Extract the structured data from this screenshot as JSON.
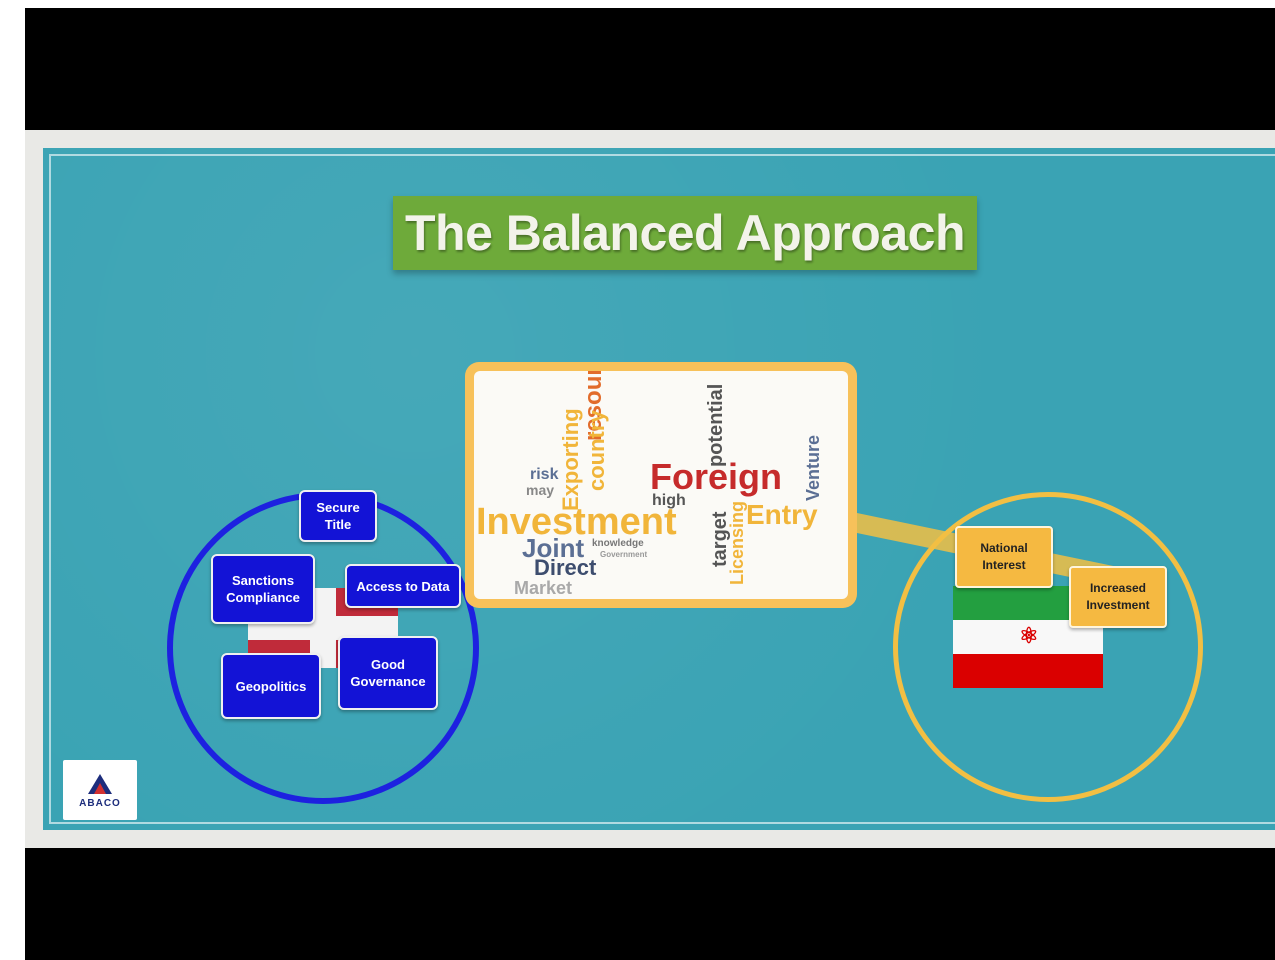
{
  "slide": {
    "title": "The Balanced Approach"
  },
  "left_group": {
    "boxes": [
      {
        "label": "Secure Title"
      },
      {
        "label": "Sanctions Compliance"
      },
      {
        "label": "Access to Data"
      },
      {
        "label": "Geopolitics"
      },
      {
        "label": "Good Governance"
      }
    ]
  },
  "word_cloud": {
    "words": [
      "Foreign",
      "Investment",
      "Joint",
      "Direct",
      "Market",
      "Entry",
      "resources",
      "country",
      "Exporting",
      "potential",
      "target",
      "Licensing",
      "Venture",
      "risk",
      "may",
      "high",
      "knowledge",
      "Government"
    ]
  },
  "right_group": {
    "boxes": [
      {
        "label": "National Interest"
      },
      {
        "label": "Increased Investment"
      }
    ]
  },
  "logo": {
    "text": "ABACO"
  },
  "colors": {
    "board": "#3aa3b4",
    "title_bg": "#6eaa3a",
    "uk_ring": "#1d21e0",
    "iran_ring": "#f2bf43",
    "blue_box": "#1313d6",
    "yellow_box": "#f5b941"
  }
}
